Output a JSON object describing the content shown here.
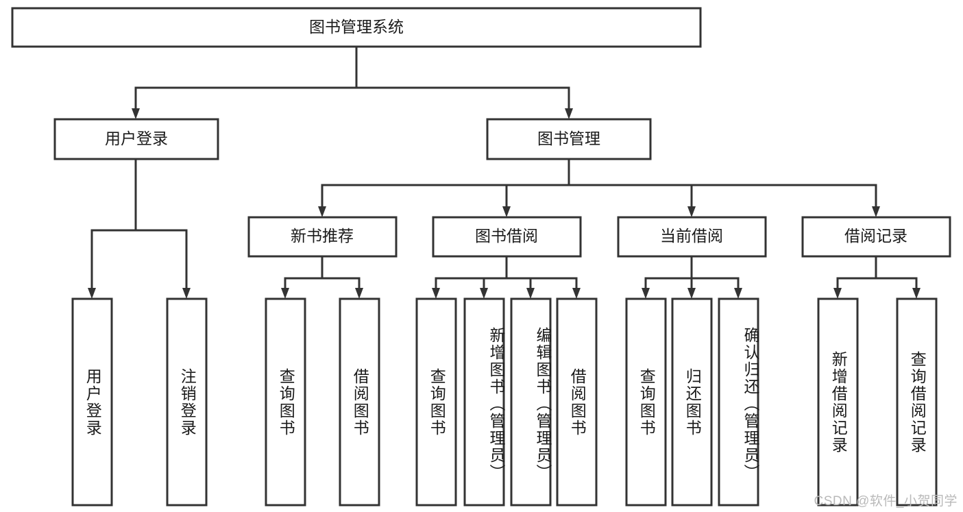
{
  "diagram": {
    "title": "图书管理系统",
    "type": "hierarchy-tree",
    "colors": {
      "box_stroke": "#333333",
      "box_fill": "#ffffff",
      "text": "#1a1a1a",
      "watermark": "#b9b9b9",
      "background": "#ffffff"
    },
    "root": {
      "label": "图书管理系统"
    },
    "level2": [
      {
        "label": "用户登录"
      },
      {
        "label": "图书管理"
      }
    ],
    "level3": [
      {
        "label": "新书推荐"
      },
      {
        "label": "图书借阅"
      },
      {
        "label": "当前借阅"
      },
      {
        "label": "借阅记录"
      }
    ],
    "leaves": {
      "user_login": [
        {
          "label": "用户登录"
        },
        {
          "label": "注销登录"
        }
      ],
      "new_book_recommend": [
        {
          "label": "查询图书"
        },
        {
          "label": "借阅图书"
        }
      ],
      "book_borrow": [
        {
          "label": "查询图书"
        },
        {
          "label": "新增图书（管理员）"
        },
        {
          "label": "编辑图书（管理员）"
        },
        {
          "label": "借阅图书"
        }
      ],
      "current_borrow": [
        {
          "label": "查询图书"
        },
        {
          "label": "归还图书"
        },
        {
          "label": "确认归还（管理员）"
        }
      ],
      "borrow_record": [
        {
          "label": "新增借阅记录"
        },
        {
          "label": "查询借阅记录"
        }
      ]
    }
  },
  "watermark": {
    "text": "CSDN @软件_小贺同学"
  }
}
